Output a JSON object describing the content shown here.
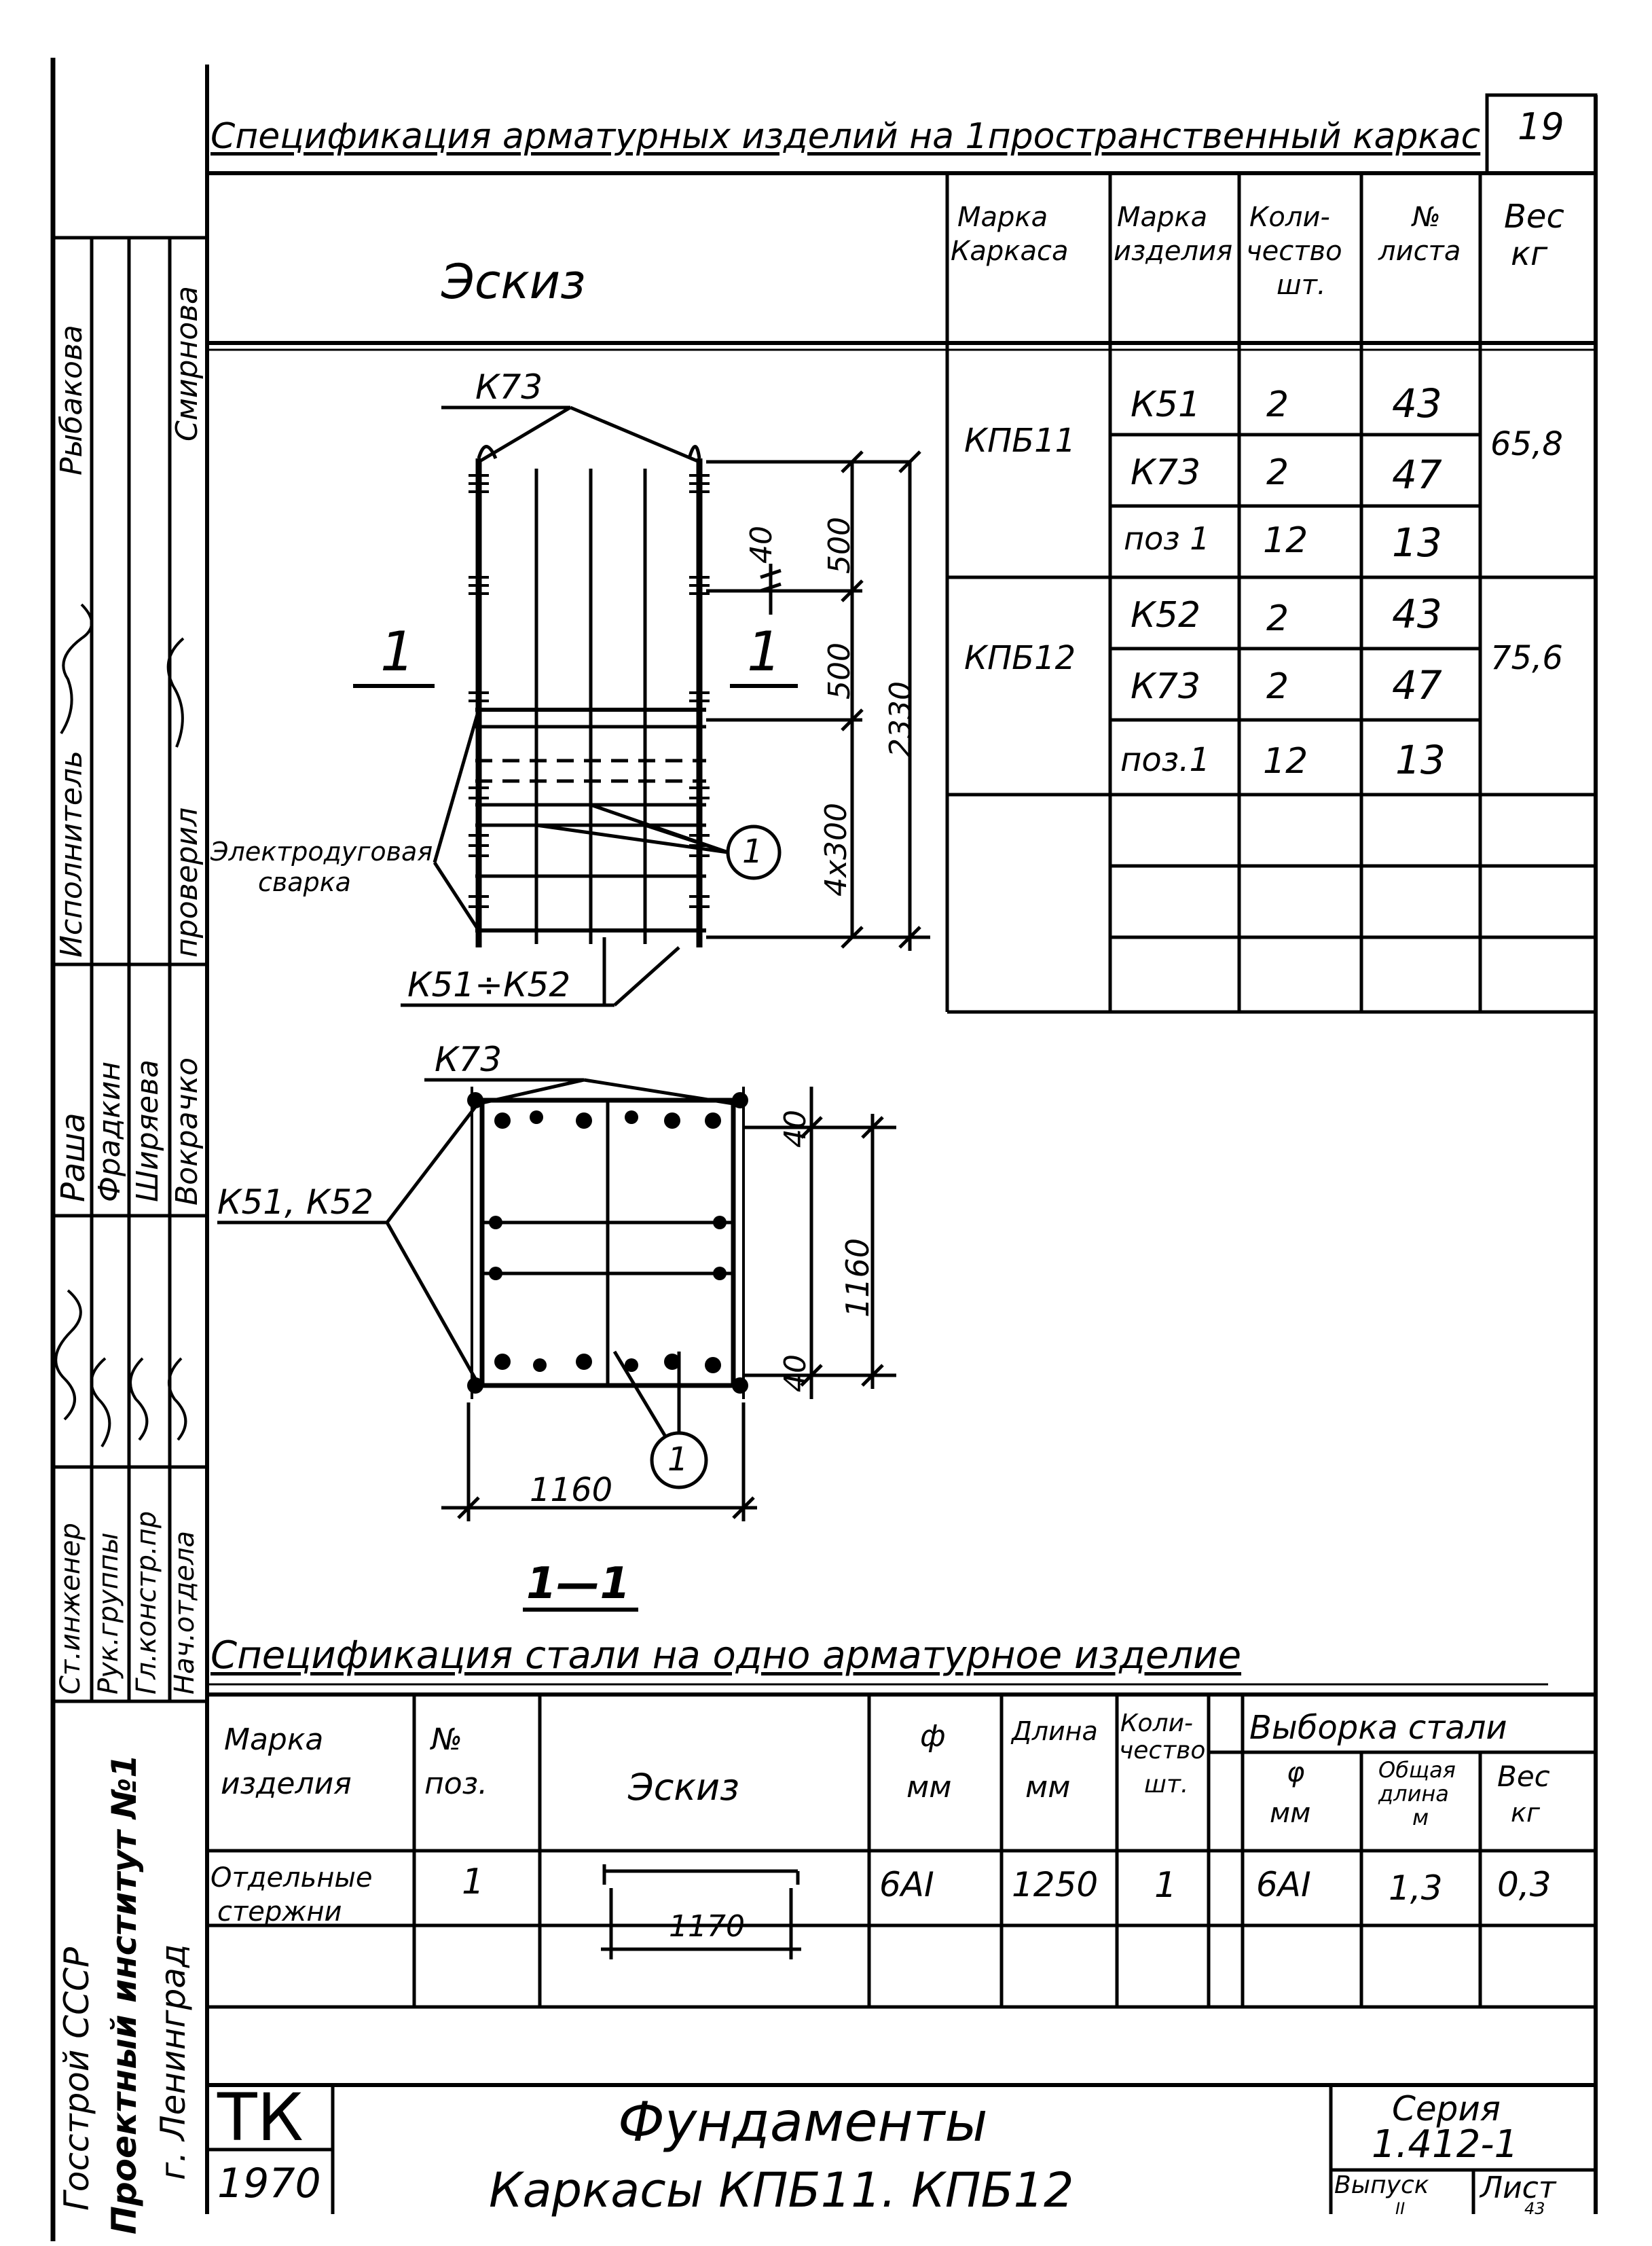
{
  "page_number": "19",
  "spec_title": "Спецификация арматурных изделий на 1пространственный каркас",
  "top_table": {
    "sketch_header": "Эскиз",
    "headers": {
      "frame_mark": [
        "Марка",
        "Каркаса"
      ],
      "item_mark": [
        "Марка",
        "изделия"
      ],
      "qty": [
        "Коли-",
        "чество",
        "шт."
      ],
      "sheet_no": [
        "№",
        "листа"
      ],
      "weight": [
        "Вес",
        "кг"
      ]
    },
    "groups": [
      {
        "frame": "КПБ11",
        "weight": "65,8",
        "rows": [
          {
            "item": "К51",
            "qty": "2",
            "sheet": "43"
          },
          {
            "item": "К73",
            "qty": "2",
            "sheet": "47"
          },
          {
            "item": "поз 1",
            "qty": "12",
            "sheet": "13"
          }
        ]
      },
      {
        "frame": "КПБ12",
        "weight": "75,6",
        "rows": [
          {
            "item": "К52",
            "qty": "2",
            "sheet": "43"
          },
          {
            "item": "К73",
            "qty": "2",
            "sheet": "47"
          },
          {
            "item": "поз.1",
            "qty": "12",
            "sheet": "13"
          }
        ]
      }
    ]
  },
  "drawing": {
    "k73_top": "К73",
    "k73_plan": "К73",
    "section_mark_left": "1",
    "section_mark_right": "1",
    "weld_label": [
      "Электродуговая",
      "сварка"
    ],
    "k51_k52_range": "К51÷К52",
    "k51_k52_plan": "К51, К52",
    "dims": {
      "d500a": "500",
      "d500b": "500",
      "d40a": "40",
      "d2330": "2330",
      "d4x300": "4х300",
      "plan_40_top": "40",
      "plan_1160_v": "1160",
      "plan_40_bot": "40",
      "plan_1160_h": "1160"
    },
    "callout_1": "1",
    "callout_1_plan": "1",
    "section_title": "1—1"
  },
  "steel_spec": {
    "title": "Спецификация стали на одно арматурное изделие",
    "headers": {
      "item_mark": [
        "Марка",
        "изделия"
      ],
      "pos": [
        "№",
        "поз."
      ],
      "sketch": "Эскиз",
      "diam": [
        "ф",
        "мм"
      ],
      "length": [
        "Длина",
        "мм"
      ],
      "qty": [
        "Коли-",
        "чество",
        "шт."
      ],
      "sampling": "Выборка стали",
      "s_diam": [
        "φ",
        "мм"
      ],
      "s_length": [
        "Общая",
        "длина",
        "м"
      ],
      "s_weight": [
        "Вес",
        "кг"
      ]
    },
    "row": {
      "item": [
        "Отдельные",
        "стержни"
      ],
      "pos": "1",
      "sketch_dim": "1170",
      "diam": "6АI",
      "length": "1250",
      "qty": "1",
      "s_diam": "6АI",
      "s_length": "1,3",
      "s_weight": "0,3"
    }
  },
  "title_block": {
    "tk": "ТК",
    "year": "1970",
    "title": "Фундаменты",
    "subtitle": "Каркасы КПБ11. КПБ12",
    "series_label": "Серия",
    "series_value": "1.412-1",
    "issue_label": "Выпуск",
    "sheet_label": "Лист",
    "issue_value": "II",
    "sheet_value": "43"
  },
  "side_stamp": {
    "org": [
      "Госстрой СССР",
      "Проектный институт №1",
      "г. Ленинград"
    ],
    "roles": [
      "Нач.отдела",
      "Гл.констр.пр",
      "Рук.группы",
      "Ст.инженер"
    ],
    "names_mid": [
      "Раша",
      "Фрадкин",
      "Ширяева",
      "Вокрачко"
    ],
    "roles_top": [
      "Исполнитель",
      "проверил"
    ],
    "names_top": [
      "Рыбакова",
      "Смирнова"
    ]
  }
}
